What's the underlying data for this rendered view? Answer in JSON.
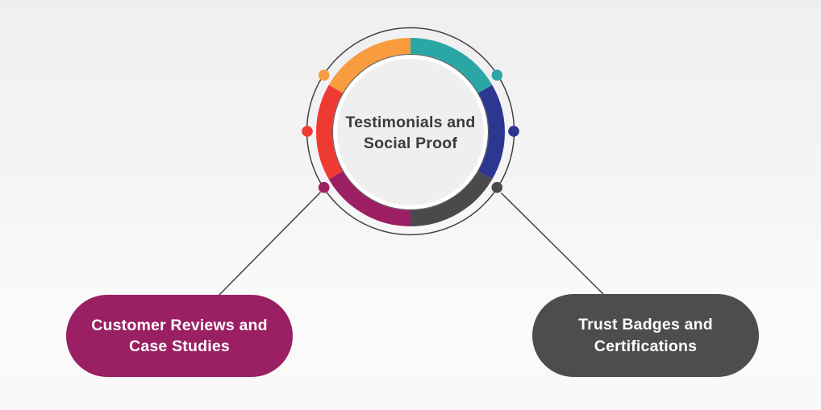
{
  "diagram": {
    "center_node": {
      "label": "Testimonials and\nSocial Proof",
      "text_color": "#3B3B3B",
      "inner_fill": "#EFEFEF",
      "outline_color": "#414042",
      "segments": [
        {
          "name": "orange",
          "color": "#F89C3F"
        },
        {
          "name": "teal",
          "color": "#2AA7A4"
        },
        {
          "name": "blue",
          "color": "#2C3792"
        },
        {
          "name": "dark-gray",
          "color": "#4A4A4C"
        },
        {
          "name": "magenta",
          "color": "#9C1F63"
        },
        {
          "name": "red",
          "color": "#EF3A33"
        }
      ],
      "dots": [
        {
          "name": "orange-dot",
          "color": "#F89C3F"
        },
        {
          "name": "teal-dot",
          "color": "#2AA7A4"
        },
        {
          "name": "blue-dot",
          "color": "#2C3792"
        },
        {
          "name": "red-dot",
          "color": "#EF3A33"
        },
        {
          "name": "magenta-dot",
          "color": "#9C1F63"
        },
        {
          "name": "gray-dot",
          "color": "#4A4A4C"
        }
      ]
    },
    "branches": [
      {
        "side": "left",
        "label": "Customer Reviews and\nCase Studies",
        "fill": "#9A2063",
        "text_color": "#FFFFFF"
      },
      {
        "side": "right",
        "label": "Trust Badges and\nCertifications",
        "fill": "#4D4D4D",
        "text_color": "#FFFFFF"
      }
    ],
    "connector_color": "#414042"
  }
}
